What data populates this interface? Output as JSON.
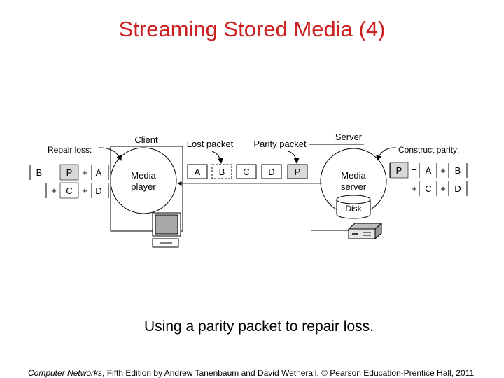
{
  "slide": {
    "title": "Streaming Stored Media (4)",
    "caption": "Using a parity packet to repair loss.",
    "footer_book": "Computer Networks",
    "footer_rest": ", Fifth Edition by Andrew Tanenbaum and David Wetherall, © Pearson Education-Prentice Hall, 2011"
  },
  "diagram": {
    "labels": {
      "client": "Client",
      "lost_packet": "Lost packet",
      "parity_packet": "Parity packet",
      "server": "Server",
      "repair_loss": "Repair loss:",
      "construct_parity": "Construct parity:",
      "media_player": [
        "Media",
        "player"
      ],
      "media_server": [
        "Media",
        "server"
      ],
      "disk": "Disk"
    },
    "packets": [
      "A",
      "B",
      "C",
      "D",
      "P"
    ],
    "lost_packet_index": 1,
    "repair_equation": {
      "row1": [
        "B",
        "=",
        "P",
        "+",
        "A"
      ],
      "row2": [
        "+",
        "C",
        "+",
        "D"
      ]
    },
    "parity_equation": {
      "row1": [
        "P",
        "=",
        "A",
        "+",
        "B"
      ],
      "row2": [
        "+",
        "C",
        "+",
        "D"
      ]
    },
    "colors": {
      "title": "#cc1f1f",
      "shade": "#d9d9d9",
      "line": "#000000",
      "monitor": "#a8a8a8"
    }
  }
}
